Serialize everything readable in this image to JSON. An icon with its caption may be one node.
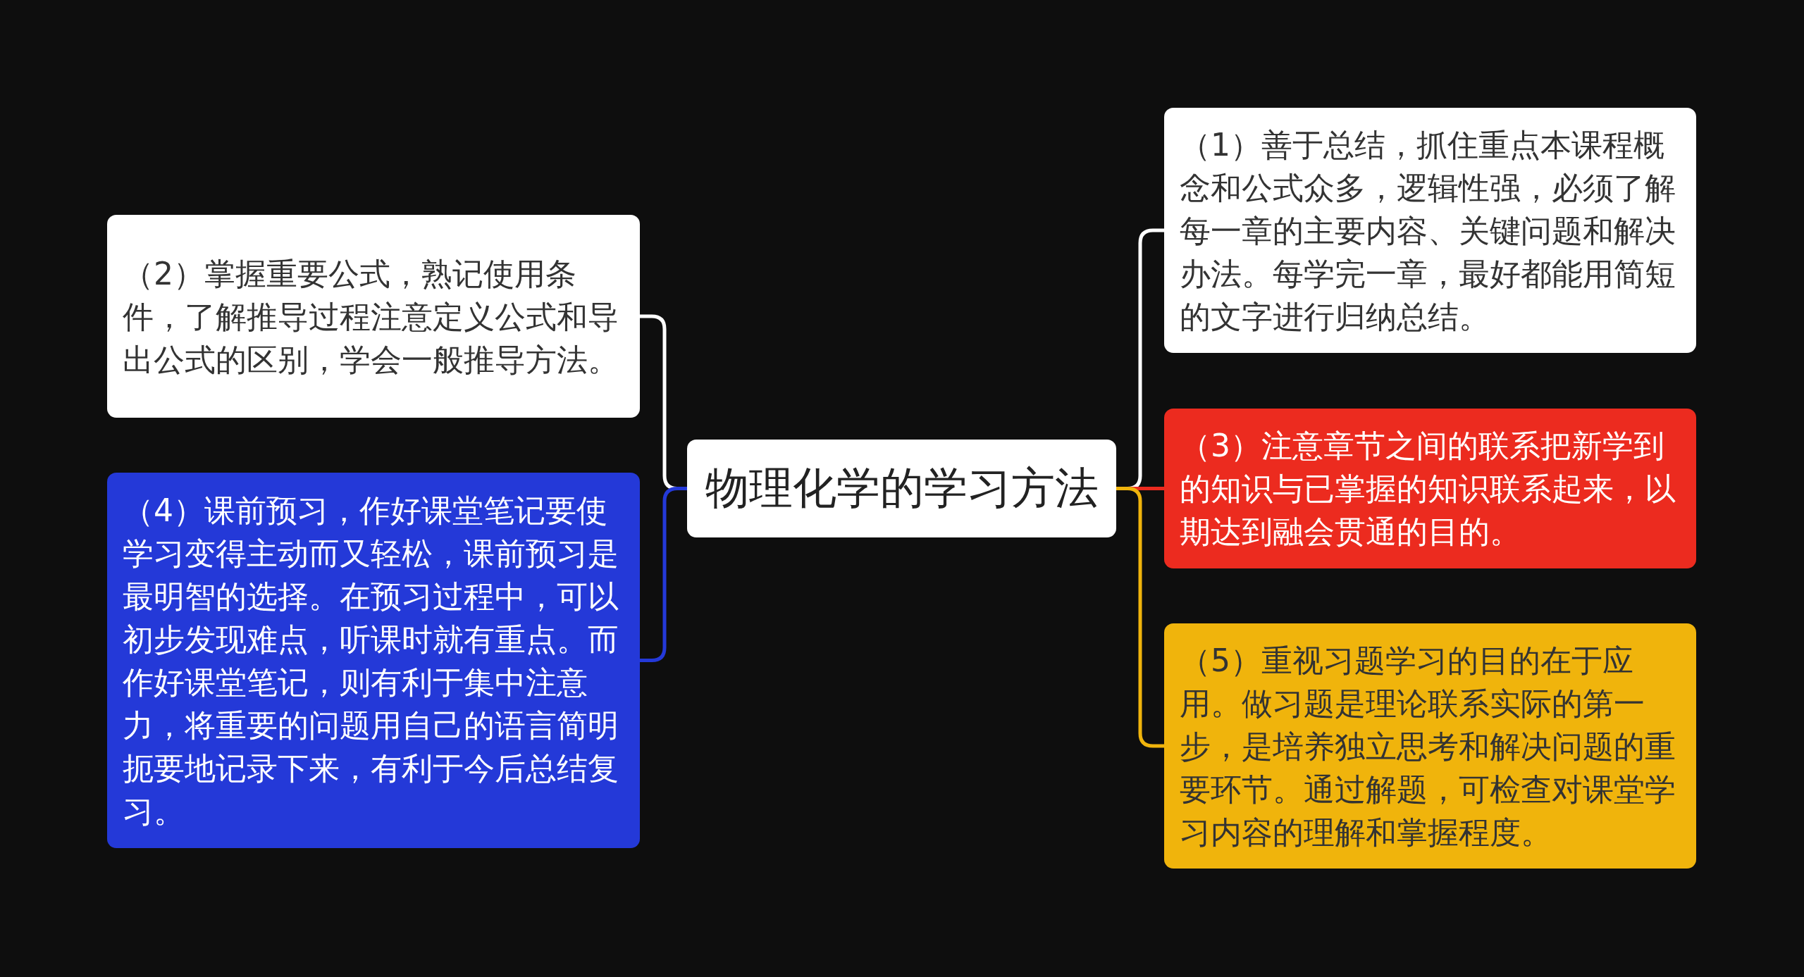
{
  "diagram": {
    "nodes": [
      {
        "text": [
          "物理化学的学习方法"
        ]
      },
      {
        "text": [
          "（1）善于总结，抓住重点本课程概念和公式众多，逻辑性强，必须了解每一章的主要内容、关键问题和解决办法。每学完一章，最好都能用简短的文字进行归纳总结。"
        ]
      },
      {
        "text": [
          "（2）掌握重要公式，熟记使用条件，了解推导过程注意定义公式和导出公式的区别，学会一般推导方法。"
        ]
      },
      {
        "text": [
          "（3）注意章节之间的联系把新学到的知识与已掌握的知识联系起来，以期达到融会贯通的目的。"
        ]
      },
      {
        "text": [
          "（4）课前预习，作好课堂笔记要使学习变得主动而又轻松，课前预习是最明智的选择。在预习过程中，可以初步发现难点，听课时就有重点。而作好课堂笔记，则有利于集中注意力，将重要的问题用自己的语言简明扼要地记录下来，有利于今后总结复习。"
        ]
      },
      {
        "text": [
          "（5）重视习题学习的目的在于应用。做习题是理论联系实际的第一步，是培养独立思考和解决问题的重要环节。通过解题，可检查对课堂学习内容的理解和掌握程度。"
        ]
      }
    ],
    "edges": [
      {
        "from": 0,
        "to": 1,
        "arrow": "none",
        "color": "#ffffff"
      },
      {
        "from": 0,
        "to": 2,
        "arrow": "none",
        "color": "#ffffff"
      },
      {
        "from": 0,
        "to": 3,
        "arrow": "none",
        "color": "#ec2b1f"
      },
      {
        "from": 0,
        "to": 4,
        "arrow": "none",
        "color": "#2439d8"
      },
      {
        "from": 0,
        "to": 5,
        "arrow": "none",
        "color": "#f0b40c"
      }
    ]
  }
}
